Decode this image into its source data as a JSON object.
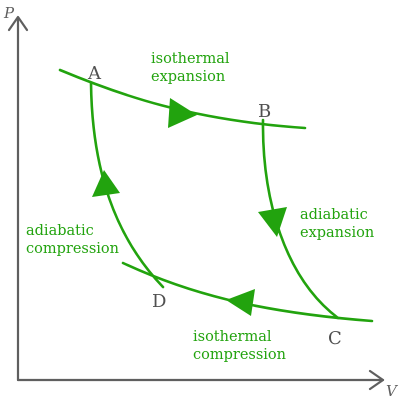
{
  "axes": {
    "y_label": "P",
    "x_label": "V"
  },
  "points": {
    "a": "A",
    "b": "B",
    "c": "C",
    "d": "D"
  },
  "processes": {
    "isothermal_expansion": [
      "isothermal",
      "expansion"
    ],
    "adiabatic_expansion": [
      "adiabatic",
      "expansion"
    ],
    "isothermal_compression": [
      "isothermal",
      "compression"
    ],
    "adiabatic_compression": [
      "adiabatic",
      "compression"
    ]
  },
  "colors": {
    "curve": "#22a30e",
    "axis": "#5f5f5f",
    "point_label": "#505050"
  }
}
